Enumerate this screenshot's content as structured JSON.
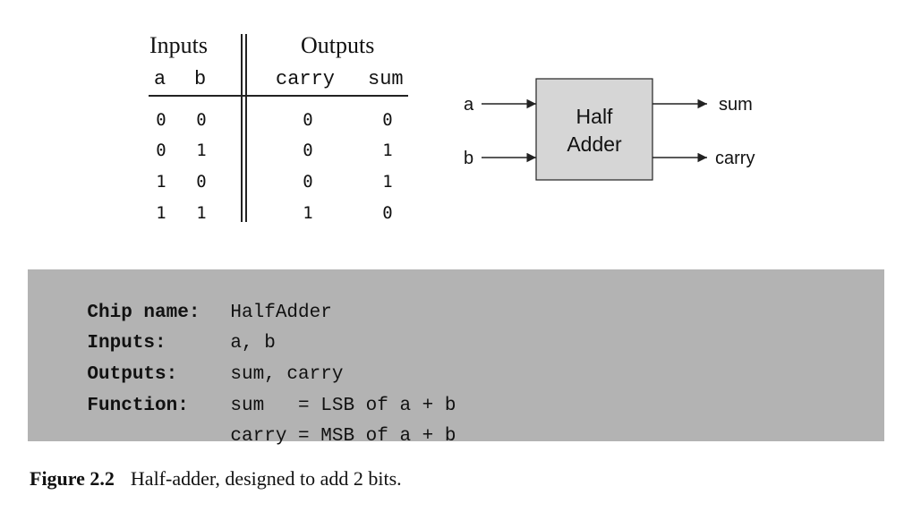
{
  "truth_table": {
    "group_inputs": "Inputs",
    "group_outputs": "Outputs",
    "columns": [
      "a",
      "b",
      "carry",
      "sum"
    ],
    "rows": [
      [
        "0",
        "0",
        "0",
        "0"
      ],
      [
        "0",
        "1",
        "0",
        "1"
      ],
      [
        "1",
        "0",
        "0",
        "1"
      ],
      [
        "1",
        "1",
        "1",
        "0"
      ]
    ]
  },
  "diagram": {
    "chip_label_line1": "Half",
    "chip_label_line2": "Adder",
    "input_a": "a",
    "input_b": "b",
    "output_sum": "sum",
    "output_carry": "carry",
    "chip_fill": "#d6d6d6",
    "line_color": "#222222"
  },
  "api": {
    "rows": [
      {
        "key": "Chip name:",
        "value": "HalfAdder"
      },
      {
        "key": "Inputs:",
        "value": "a, b"
      },
      {
        "key": "Outputs:",
        "value": "sum, carry"
      },
      {
        "key": "Function:",
        "value": "sum   = LSB of a + b"
      },
      {
        "key": "",
        "value": "carry = MSB of a + b"
      }
    ],
    "background": "#b3b3b3"
  },
  "caption": {
    "label": "Figure 2.2",
    "text": "Half-adder, designed to add 2 bits."
  }
}
